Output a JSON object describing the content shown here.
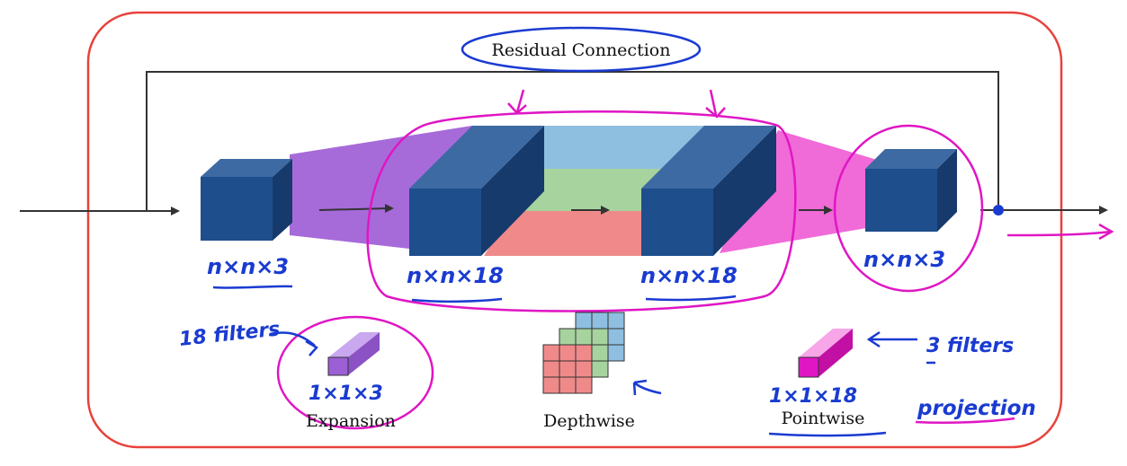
{
  "labels": {
    "residual": "Residual Connection",
    "input_dim": "n×n×3",
    "expanded_dim": "n×n×18",
    "depthwise_dim": "n×n×18",
    "output_dim": "n×n×3",
    "expansion": "Expansion",
    "depthwise": "Depthwise",
    "pointwise": "Pointwise",
    "expansion_filter_dim": "1×1×3",
    "pointwise_filter_dim": "1×1×18",
    "expansion_note": "18 filters",
    "pointwise_note": "3 filters",
    "projection_note": "projection"
  },
  "colors": {
    "frame": "#e8423c",
    "block_front": "#1f4e8c",
    "block_top": "#3d6aa3",
    "block_side": "#163a6b",
    "expansion_trap": "#a66bd9",
    "pointwise_trap": "#f06ad8",
    "depth_blue": "#8fbfe0",
    "depth_green": "#a6d39e",
    "depth_red": "#f08a8a",
    "ink_blue": "#1a3bd1",
    "ink_magenta": "#e016c4"
  }
}
